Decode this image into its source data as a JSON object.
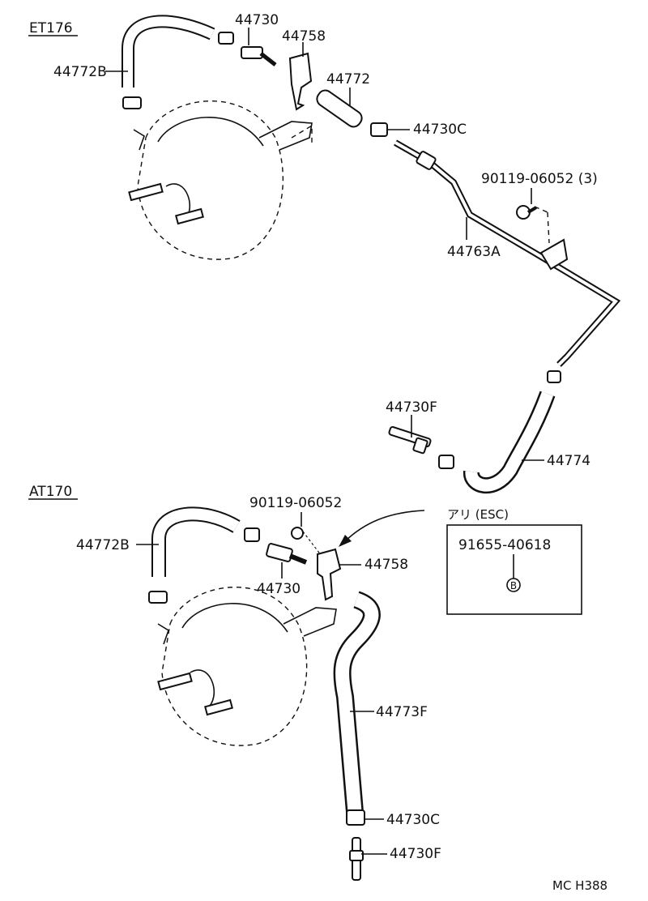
{
  "sections": {
    "top_model": "ET176",
    "bottom_model": "AT170"
  },
  "top_labels": {
    "hose_b": "44772B",
    "clamp_44730": "44730",
    "bracket_44758": "44758",
    "hose_44772": "44772",
    "clamp_c": "44730C",
    "bolt_3": "90119-06052 (3)",
    "pipe_a": "44763A",
    "union_f": "44730F",
    "hose_44774": "44774"
  },
  "bottom_labels": {
    "hose_b": "44772B",
    "bolt": "90119-06052",
    "union_44730": "44730",
    "bracket_44758": "44758",
    "hose_f": "44773F",
    "clamp_c": "44730C",
    "union_f": "44730F"
  },
  "callout": {
    "title": "アリ (ESC)",
    "part_number": "91655-40618",
    "marker": "B"
  },
  "footer": {
    "code": "MC H388"
  },
  "colors": {
    "ink": "#111111",
    "paper": "#ffffff"
  }
}
